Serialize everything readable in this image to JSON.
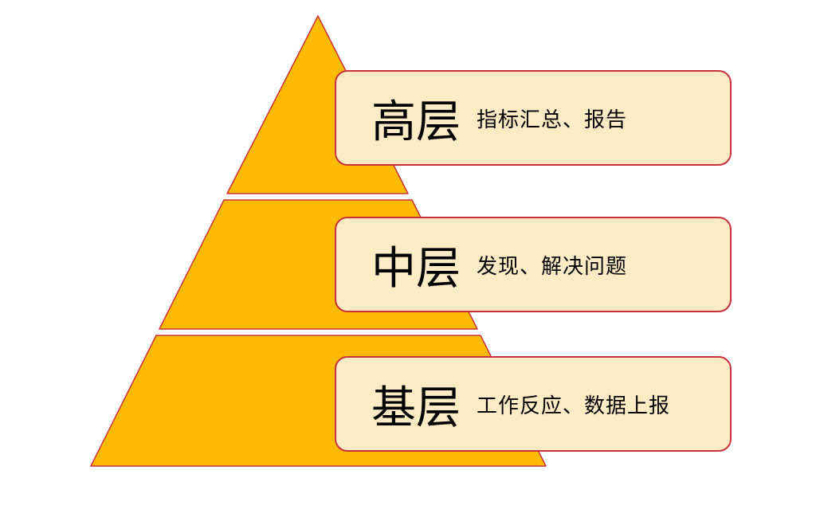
{
  "diagram": {
    "colors": {
      "pyramid_fill": "#fcbb00",
      "pyramid_outline": "#c8323c",
      "box_fill": "#fdebc6",
      "box_border": "#c8323c",
      "separator": "#ffffff"
    },
    "layers": [
      {
        "name": "高层",
        "description": "指标汇总、报告"
      },
      {
        "name": "中层",
        "description": "发现、解决问题"
      },
      {
        "name": "基层",
        "description": "工作反应、数据上报"
      }
    ]
  }
}
